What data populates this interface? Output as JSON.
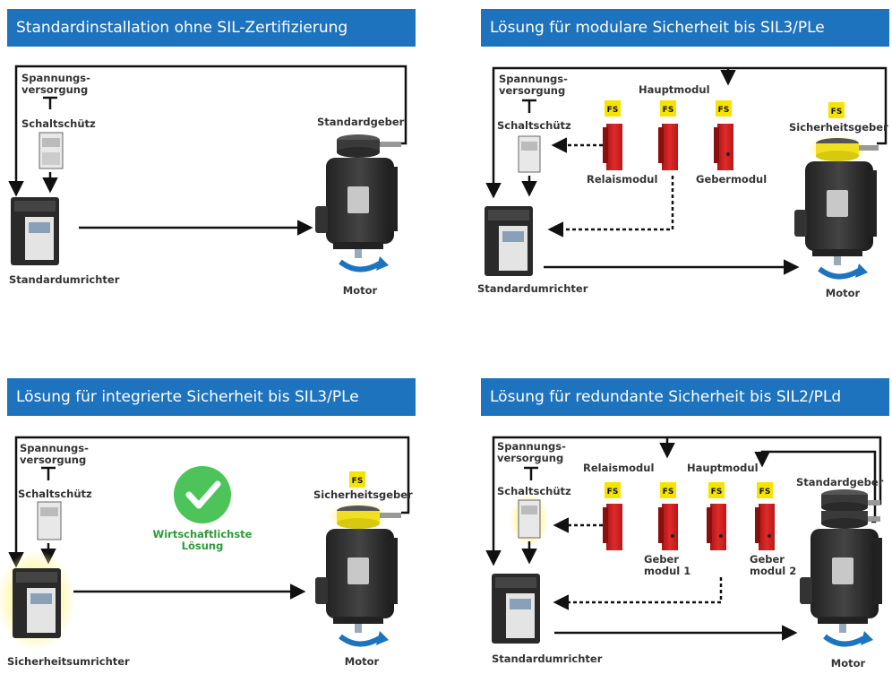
{
  "panels": [
    {
      "title": "Standardinstallation ohne SIL-Zertifizierung",
      "power_supply": "Spannungs-\nversorgung",
      "contactor": "Schaltschütz",
      "encoder": "Standardgeber",
      "drive": "Standardumrichter",
      "motor": "Motor"
    },
    {
      "title": "Lösung für modulare Sicherheit bis SIL3/PLe",
      "power_supply": "Spannungs-\nversorgung",
      "contactor": "Schaltschütz",
      "main_module": "Hauptmodul",
      "relay_module": "Relaismodul",
      "encoder_module": "Gebermodul",
      "encoder": "Sicherheitsgeber",
      "drive": "Standardumrichter",
      "motor": "Motor",
      "fs_badge": "FS"
    },
    {
      "title": "Lösung für integrierte Sicherheit bis SIL3/PLe",
      "power_supply": "Spannungs-\nversorgung",
      "contactor": "Schaltschütz",
      "economy_label": "Wirtschaftlichste\nLösung",
      "encoder": "Sicherheitsgeber",
      "drive": "Sicherheitsumrichter",
      "motor": "Motor",
      "fs_badge": "FS"
    },
    {
      "title": "Lösung für redundante Sicherheit bis SIL2/PLd",
      "power_supply": "Spannungs-\nversorgung",
      "contactor": "Schaltschütz",
      "relay_module": "Relaismodul",
      "main_module": "Hauptmodul",
      "encoder_module_1": "Geber\nmodul 1",
      "encoder_module_2": "Geber\nmodul 2",
      "encoder": "Standardgeber",
      "drive": "Standardumrichter",
      "motor": "Motor",
      "fs_badge": "FS"
    }
  ],
  "colors": {
    "header": "#1e73be",
    "safety_red": "#d62222",
    "fs_yellow": "#f5e400",
    "check_green": "#4cc45a",
    "label_green": "#2e9b3a"
  }
}
